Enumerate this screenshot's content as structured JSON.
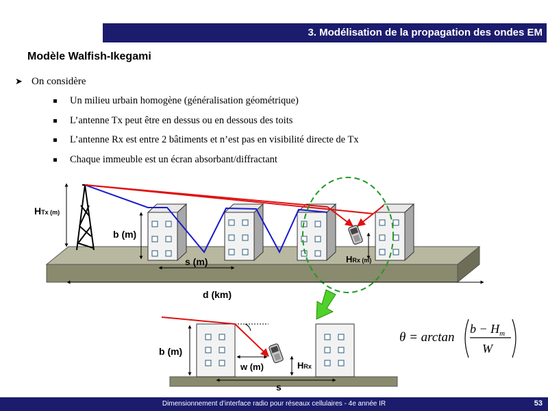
{
  "header": {
    "title": "3. Modélisation de la propagation des ondes EM"
  },
  "subtitle": "Modèle Walfish-Ikegami",
  "main_bullet": "On considère",
  "sub_bullets": [
    "Un milieu urbain homogène (généralisation géométrique)",
    "L’antenne Tx peut être en dessus ou en dessous des toits",
    "L’antenne Rx est entre 2 bâtiments et n’est pas en visibilité directe de Tx",
    "Chaque immeuble est un écran absorbant/diffractant"
  ],
  "diagram": {
    "htx_main": "H",
    "htx_sub": "Tx (m)",
    "b_label": "b (m)",
    "s_label": "s (m)",
    "hrx_main": "H",
    "hrx_sub": "Rx (m)",
    "d_label": "d (km)",
    "b2_label": "b (m)",
    "w_label": "w (m)",
    "hrx2_main": "H",
    "hrx2_sub": "Rx",
    "s2_label": "s",
    "colors": {
      "red_ray": "#e01010",
      "blue_ray": "#1a1acc",
      "ground": "#8a8a6e",
      "circle": "#1f9a1f",
      "arrow": "#4fd12a"
    }
  },
  "formula": {
    "lhs": "θ = arctan",
    "num_b": "b",
    "num_minus": " − ",
    "num_h": "H",
    "num_sub": "m",
    "den": "W"
  },
  "footer": {
    "text": "Dimensionnement d’interface radio pour réseaux cellulaires - 4e année IR",
    "page": "53"
  }
}
